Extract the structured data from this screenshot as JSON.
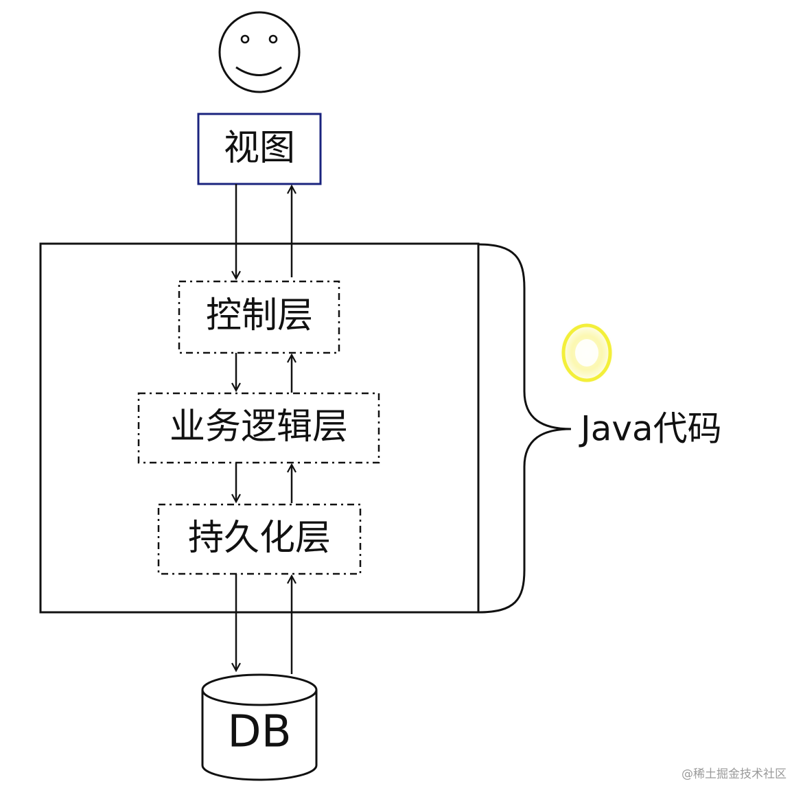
{
  "diagram": {
    "nodes": {
      "user": {
        "icon": "smiley-face-icon"
      },
      "view": {
        "label": "视图",
        "border_color": "#1a237e"
      },
      "controller": {
        "label": "控制层"
      },
      "business": {
        "label": "业务逻辑层"
      },
      "persistence": {
        "label": "持久化层"
      },
      "database": {
        "label": "DB"
      }
    },
    "group": {
      "label": "Java代码"
    },
    "edges": [
      {
        "from": "view",
        "to": "controller"
      },
      {
        "from": "controller",
        "to": "view"
      },
      {
        "from": "controller",
        "to": "business"
      },
      {
        "from": "business",
        "to": "controller"
      },
      {
        "from": "business",
        "to": "persistence"
      },
      {
        "from": "persistence",
        "to": "business"
      },
      {
        "from": "persistence",
        "to": "database"
      },
      {
        "from": "database",
        "to": "persistence"
      }
    ],
    "cursor_highlight_color": "#f3ef3a"
  },
  "watermark": "@稀土掘金技术社区"
}
